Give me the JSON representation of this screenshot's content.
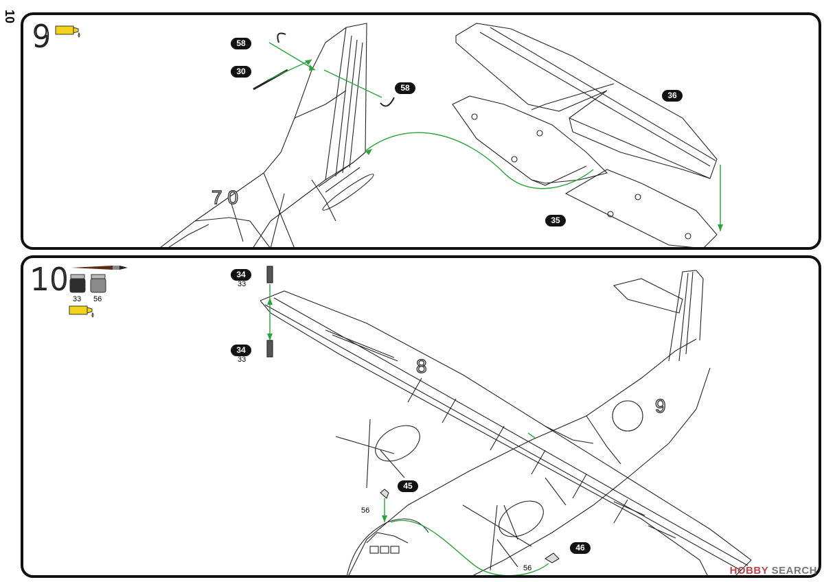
{
  "page_number": "10",
  "steps": [
    {
      "number": "9",
      "parts": [
        "58",
        "30",
        "58",
        "36",
        "35"
      ],
      "decal": "7 0"
    },
    {
      "number": "10",
      "paints": [
        "33",
        "56"
      ],
      "parts": [
        {
          "id": "34",
          "color": "33"
        },
        {
          "id": "34",
          "color": "33"
        },
        {
          "id": "45",
          "color": "56"
        },
        {
          "id": "46",
          "color": "56"
        }
      ],
      "decals": [
        "8",
        "9"
      ]
    }
  ],
  "watermark": {
    "brand_red": "HOBBY",
    "brand_grey": "SEARCH"
  },
  "colors": {
    "guide_line": "#2aa43a",
    "glue": "#f2d21b",
    "panel_border": "#111111"
  }
}
